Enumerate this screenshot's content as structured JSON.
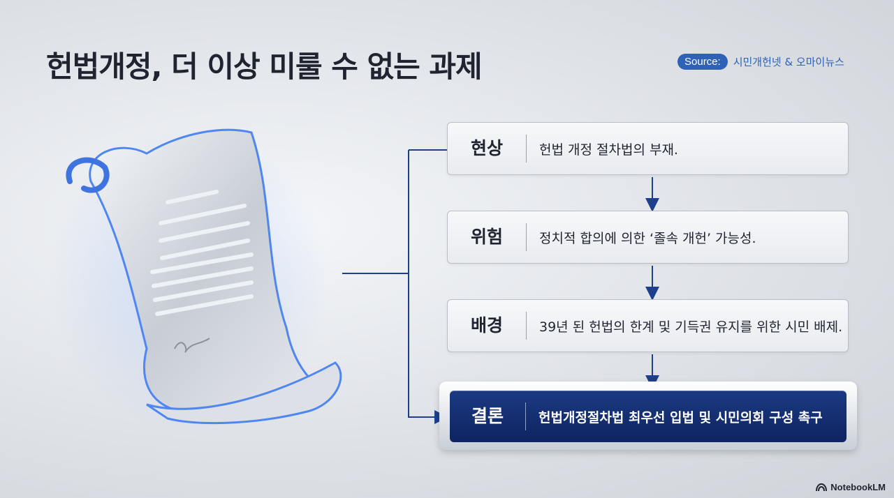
{
  "title": "헌법개정, 더 이상 미룰 수 없는 과제",
  "source": {
    "pill": "Source:",
    "text": "시민개헌넷 & 오마이뉴스"
  },
  "steps": [
    {
      "label": "현상",
      "text": "헌법 개정 절차법의 부재."
    },
    {
      "label": "위험",
      "text": "정치적 합의에 의한 ‘졸속 개헌’ 가능성."
    },
    {
      "label": "배경",
      "text": "39년 된 헌법의 한계 및 기득권 유지를 위한 시민 배제."
    }
  ],
  "conclusion": {
    "label": "결론",
    "text": "헌법개정절차법 최우선 입법 및 시민의회 구성 촉구"
  },
  "brand": "NotebookLM",
  "colors": {
    "accent": "#2f62b5",
    "dark_navy": "#0f2461",
    "connector": "#1e3f8c"
  }
}
